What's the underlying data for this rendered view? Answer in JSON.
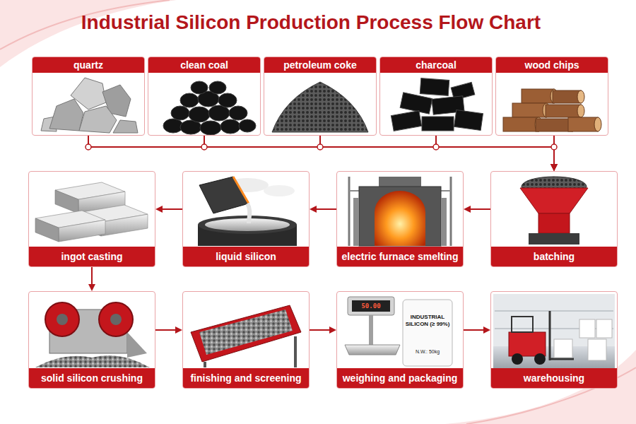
{
  "diagram": {
    "title": "Industrial Silicon Production Process Flow Chart",
    "nodes": [
      {
        "text": [
          "quartz"
        ]
      },
      {
        "text": [
          "clean coal"
        ]
      },
      {
        "text": [
          "petroleum coke"
        ]
      },
      {
        "text": [
          "charcoal"
        ]
      },
      {
        "text": [
          "wood chips"
        ]
      },
      {
        "text": [
          "ingot casting"
        ]
      },
      {
        "text": [
          "liquid silicon"
        ]
      },
      {
        "text": [
          "electric furnace smelting"
        ]
      },
      {
        "text": [
          "batching"
        ]
      },
      {
        "text": [
          "solid silicon crushing"
        ]
      },
      {
        "text": [
          "finishing and screening"
        ]
      },
      {
        "text": [
          "weighing and packaging"
        ]
      },
      {
        "text": [
          "warehousing"
        ]
      }
    ],
    "edges": [
      {
        "from": 0,
        "to": 8,
        "arrow": "to"
      },
      {
        "from": 1,
        "to": 8,
        "arrow": "to"
      },
      {
        "from": 2,
        "to": 8,
        "arrow": "to"
      },
      {
        "from": 3,
        "to": 8,
        "arrow": "to"
      },
      {
        "from": 4,
        "to": 8,
        "arrow": "to"
      },
      {
        "from": 8,
        "to": 7,
        "arrow": "to"
      },
      {
        "from": 7,
        "to": 6,
        "arrow": "to"
      },
      {
        "from": 6,
        "to": 5,
        "arrow": "to"
      },
      {
        "from": 5,
        "to": 9,
        "arrow": "to"
      },
      {
        "from": 9,
        "to": 10,
        "arrow": "to"
      },
      {
        "from": 10,
        "to": 11,
        "arrow": "to"
      },
      {
        "from": 11,
        "to": 12,
        "arrow": "to"
      }
    ],
    "labels": [
      "50.00",
      "INDUSTRIAL SILICON (≥ 99%)",
      "N.W.: 50kg"
    ]
  }
}
